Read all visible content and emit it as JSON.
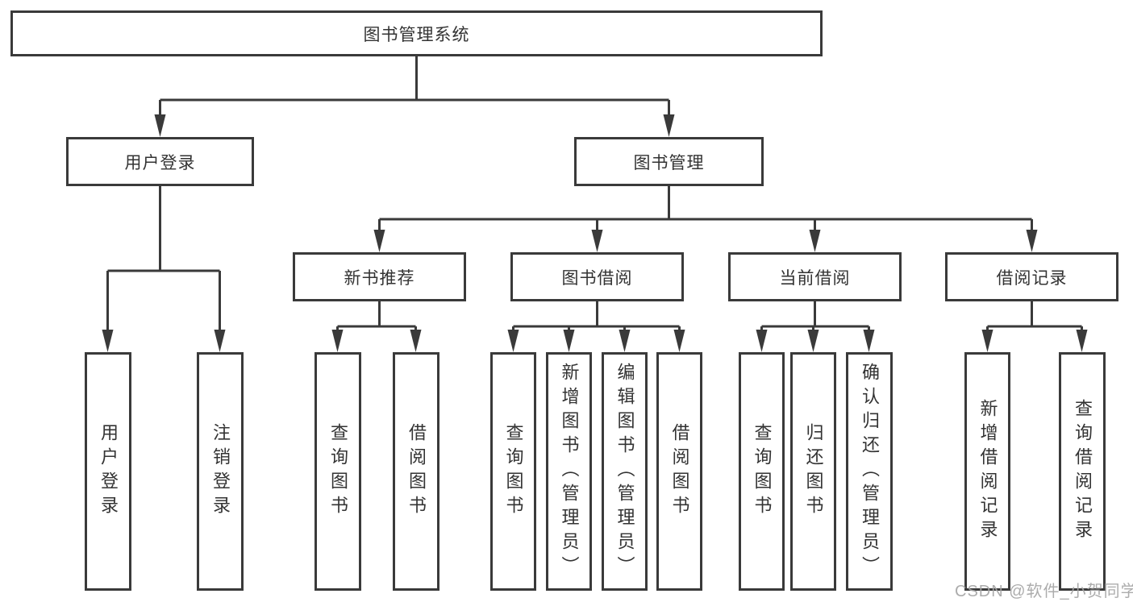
{
  "tree": {
    "label": "图书管理系统",
    "children": [
      {
        "label": "用户登录",
        "children": [
          {
            "label": "用户登录"
          },
          {
            "label": "注销登录"
          }
        ]
      },
      {
        "label": "图书管理",
        "children": [
          {
            "label": "新书推荐",
            "children": [
              {
                "label": "查询图书"
              },
              {
                "label": "借阅图书"
              }
            ]
          },
          {
            "label": "图书借阅",
            "children": [
              {
                "label": "查询图书"
              },
              {
                "label": "新增图书（管理员）"
              },
              {
                "label": "编辑图书（管理员）"
              },
              {
                "label": "借阅图书"
              }
            ]
          },
          {
            "label": "当前借阅",
            "children": [
              {
                "label": "查询图书"
              },
              {
                "label": "归还图书"
              },
              {
                "label": "确认归还（管理员）"
              }
            ]
          },
          {
            "label": "借阅记录",
            "children": [
              {
                "label": "新增借阅记录"
              },
              {
                "label": "查询借阅记录"
              }
            ]
          }
        ]
      }
    ]
  },
  "watermark": {
    "text": "CSDN @软件_小贺同学"
  },
  "colors": {
    "line": "#3a3a3a",
    "text": "#333333",
    "watermark": "#a5a5a5",
    "background": "#ffffff"
  }
}
